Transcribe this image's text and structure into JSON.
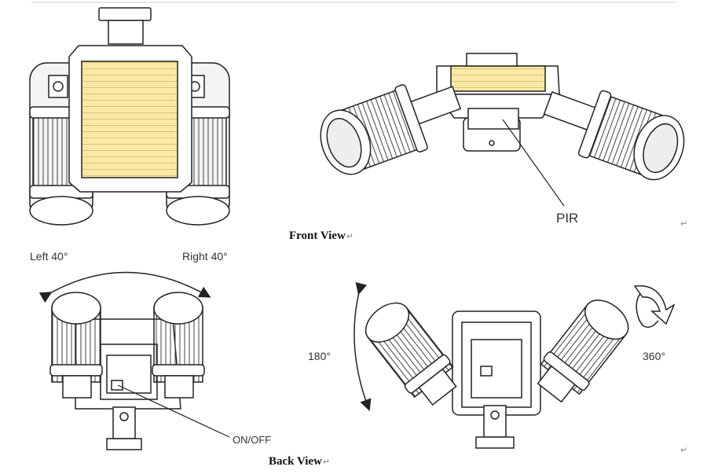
{
  "labels": {
    "front_view": "Front View",
    "back_view": "Back View",
    "pir": "PIR",
    "left_angle": "Left 40°",
    "right_angle": "Right 40°",
    "on_off": "ON/OFF",
    "vertical_rotation": "180°",
    "horizontal_rotation": "360°",
    "return_mark": "↵"
  },
  "colors": {
    "line": "#222222",
    "solar_panel": "#fbeaa5",
    "solar_stripe": "#d9c27a",
    "lamp_shade": "#eeeeee"
  },
  "figures": [
    {
      "id": "front-top-view",
      "icon": "solar-light-top-icon"
    },
    {
      "id": "front-angled-view",
      "icon": "solar-light-front-icon"
    },
    {
      "id": "back-swivel-view",
      "icon": "solar-light-back-icon"
    },
    {
      "id": "back-rotate-view",
      "icon": "solar-light-rotate-icon"
    }
  ]
}
